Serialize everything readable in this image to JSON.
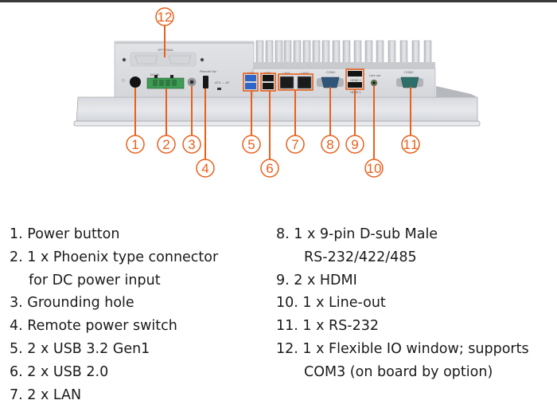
{
  "diagram": {
    "device": "Panel PC rear I/O view",
    "accent_color": "#e8601c",
    "panel_labels": {
      "optional": "OPTIONAL",
      "dc_in": "DC IN",
      "remote_sw": "Remote Sw",
      "atx_at": "ATX ↔ AT",
      "usb1": "USB",
      "usb2": "USB",
      "lan1": "LAN1",
      "lan2": "LAN2",
      "com1": "COM1",
      "hdmi2": "HDMI 2",
      "hdmi1": "HDMI 1",
      "line_out": "Line out",
      "com2": "COM2"
    },
    "callouts": [
      "1",
      "2",
      "3",
      "4",
      "5",
      "6",
      "7",
      "8",
      "9",
      "10",
      "11",
      "12"
    ]
  },
  "legend": {
    "left": [
      {
        "num": "1.",
        "text": "Power button"
      },
      {
        "num": "2.",
        "text": "1 x Phoenix type connector",
        "cont": "for DC power input"
      },
      {
        "num": "3.",
        "text": "Grounding hole"
      },
      {
        "num": "4.",
        "text": "Remote power switch"
      },
      {
        "num": "5.",
        "text": "2 x USB 3.2 Gen1"
      },
      {
        "num": "6.",
        "text": "2 x USB 2.0"
      },
      {
        "num": "7.",
        "text": "2 x LAN"
      }
    ],
    "right": [
      {
        "num": "8.",
        "text": "1 x 9-pin D-sub Male",
        "cont": "RS-232/422/485"
      },
      {
        "num": "9.",
        "text": "2 x HDMI"
      },
      {
        "num": "10.",
        "text": "1 x Line-out"
      },
      {
        "num": "11.",
        "text": "1 x RS-232"
      },
      {
        "num": "12.",
        "text": "1 x Flexible IO window; supports",
        "cont": "COM3 (on board by option)"
      }
    ]
  }
}
